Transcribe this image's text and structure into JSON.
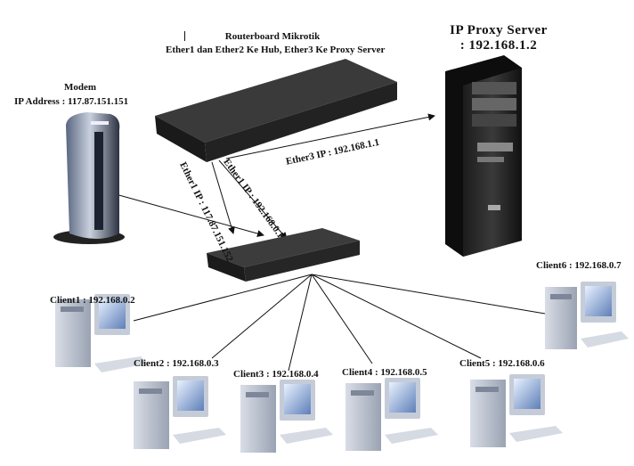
{
  "router": {
    "title": "Routerboard Mikrotik",
    "subtitle": "Ether1 dan Ether2 Ke Hub, Ether3 Ke Proxy Server"
  },
  "proxy": {
    "title": "IP Proxy Server",
    "ip": ": 192.168.1.2"
  },
  "modem": {
    "title": "Modem",
    "ip": "IP Address : 117.87.151.151"
  },
  "links": {
    "ether1": "Ether1 IP : 117.87.151.152",
    "ether2": "Ether1 IP : 192.168.0.1",
    "ether3": "Ether3 IP : 192.168.1.1"
  },
  "clients": [
    {
      "label": "Client1 : 192.168.0.2"
    },
    {
      "label": "Client2 : 192.168.0.3"
    },
    {
      "label": "Client3 : 192.168.0.4"
    },
    {
      "label": "Client4 : 192.168.0.5"
    },
    {
      "label": "Client5 : 192.168.0.6"
    },
    {
      "label": "Client6 : 192.168.0.7"
    }
  ]
}
